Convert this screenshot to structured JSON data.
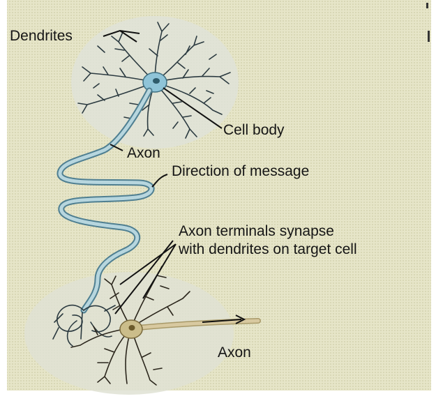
{
  "labels": {
    "dendrites": "Dendrites",
    "cell_body": "Cell body",
    "axon_upper": "Axon",
    "direction": "Direction of message",
    "terminals_line1": "Axon terminals synapse",
    "terminals_line2": "with dendrites on target cell",
    "axon_lower": "Axon"
  },
  "colors": {
    "background": "#e4e3c6",
    "axon_blue": "#a9ccd6",
    "axon_outline": "#4f7f91",
    "soma_blue": "#8fc4d8",
    "target_axon": "#d8c9a0",
    "target_soma": "#cbbd8a",
    "halo": "#dfe2d4"
  }
}
